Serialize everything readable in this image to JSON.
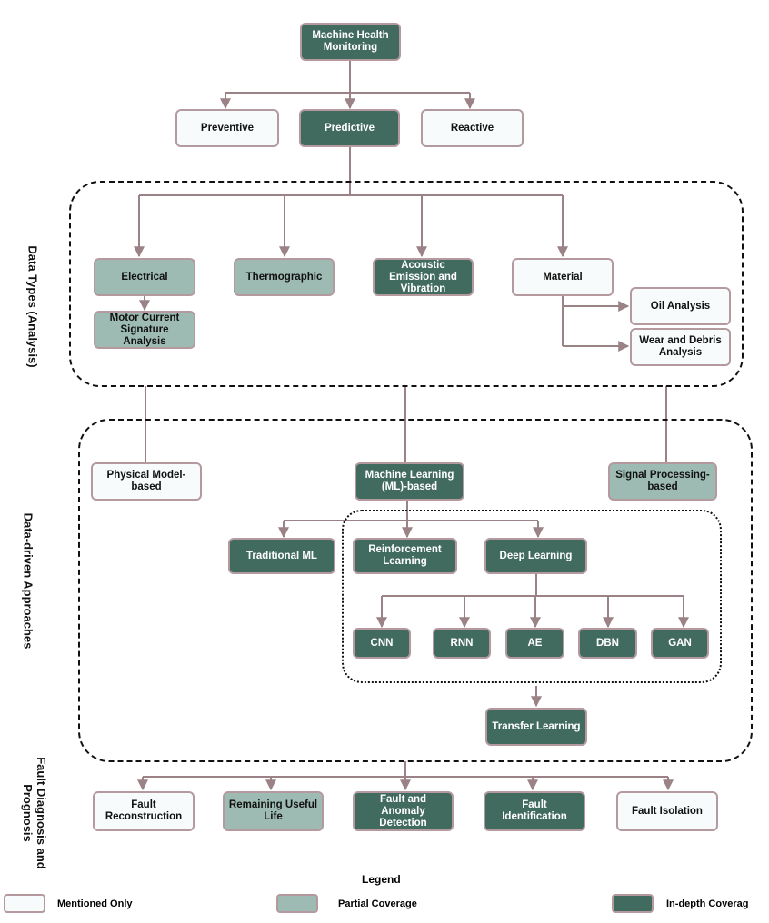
{
  "nodes": {
    "mhm": "Machine Health Monitoring",
    "preventive": "Preventive",
    "predictive": "Predictive",
    "reactive": "Reactive",
    "electrical": "Electrical",
    "thermographic": "Thermographic",
    "acoustic": "Acoustic Emission and Vibration",
    "material": "Material",
    "mcsa": "Motor Current Signature Analysis",
    "oil": "Oil Analysis",
    "wear": "Wear and Debris Analysis",
    "physical": "Physical Model-based",
    "ml": "Machine Learning (ML)-based",
    "signal": "Signal Processing-based",
    "traditional": "Traditional ML",
    "reinforcement": "Reinforcement Learning",
    "deep": "Deep Learning",
    "cnn": "CNN",
    "rnn": "RNN",
    "ae": "AE",
    "dbn": "DBN",
    "gan": "GAN",
    "transfer": "Transfer Learning",
    "reconstruction": "Fault Reconstruction",
    "rul": "Remaining Useful Life",
    "anomaly": "Fault and Anomaly Detection",
    "identification": "Fault Identification",
    "isolation": "Fault Isolation"
  },
  "section_labels": {
    "data_types": "Data Types (Analysis)",
    "data_driven": "Data-driven Approaches",
    "fault_diagnosis": "Fault Diagnosis and Prognosis"
  },
  "legend": {
    "title": "Legend",
    "mentioned": "Mentioned Only",
    "partial": "Partial Coverage",
    "indepth": "In-depth  Coverag"
  },
  "colors": {
    "mentioned": "#f7fbfb",
    "partial": "#9dbbb2",
    "indepth": "#426b60",
    "border": "#b49a9e",
    "connector": "#9b8286"
  }
}
